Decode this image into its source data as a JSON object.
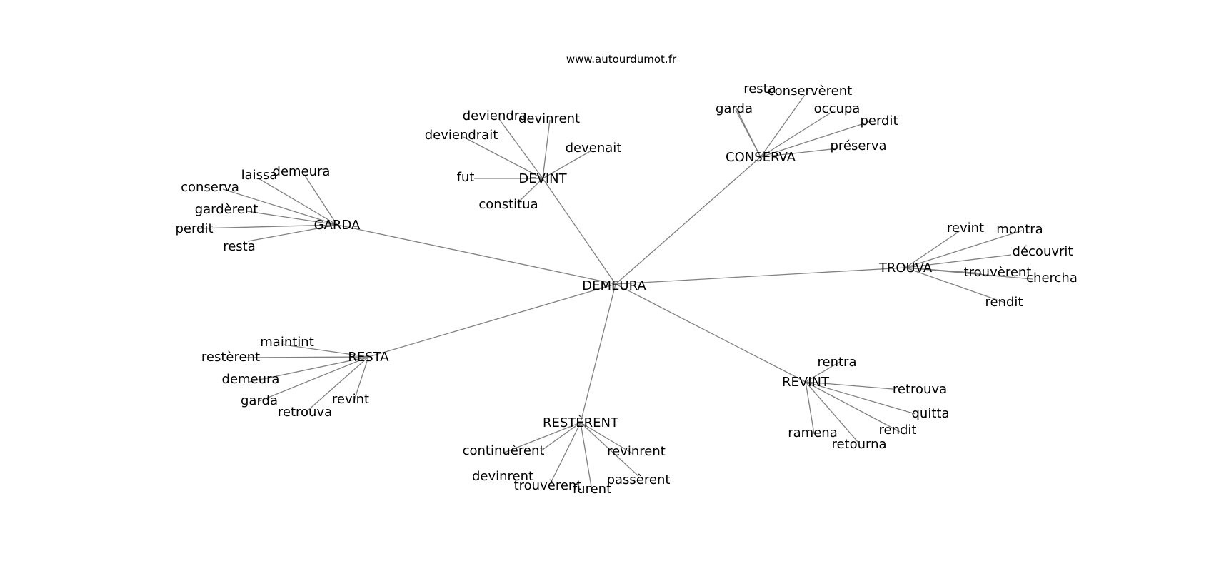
{
  "site": "www.autourdumot.fr",
  "edge_color": "#808080",
  "text_color": "#000000",
  "root": "DEMEURA",
  "hubs": [
    {
      "label": "GARDA",
      "leaves": [
        "laissa",
        "demeura",
        "conserva",
        "gardèrent",
        "perdit",
        "resta"
      ]
    },
    {
      "label": "DEVINT",
      "leaves": [
        "deviendra",
        "devinrent",
        "deviendrait",
        "devenait",
        "fut",
        "constitua"
      ]
    },
    {
      "label": "CONSERVA",
      "leaves": [
        "resta",
        "conservèrent",
        "garda",
        "occupa",
        "perdit",
        "préserva"
      ]
    },
    {
      "label": "TROUVA",
      "leaves": [
        "revint",
        "montra",
        "découvrit",
        "trouvèrent",
        "chercha",
        "rendit"
      ]
    },
    {
      "label": "RESTA",
      "leaves": [
        "maintint",
        "restèrent",
        "demeura",
        "garda",
        "retrouva",
        "revint"
      ]
    },
    {
      "label": "RESTÈRENT",
      "leaves": [
        "continuèrent",
        "devinrent",
        "trouvèrent",
        "furent",
        "revinrent",
        "passèrent"
      ]
    },
    {
      "label": "REVINT",
      "leaves": [
        "rentra",
        "retrouva",
        "quitta",
        "rendit",
        "ramena",
        "retourna"
      ]
    }
  ]
}
